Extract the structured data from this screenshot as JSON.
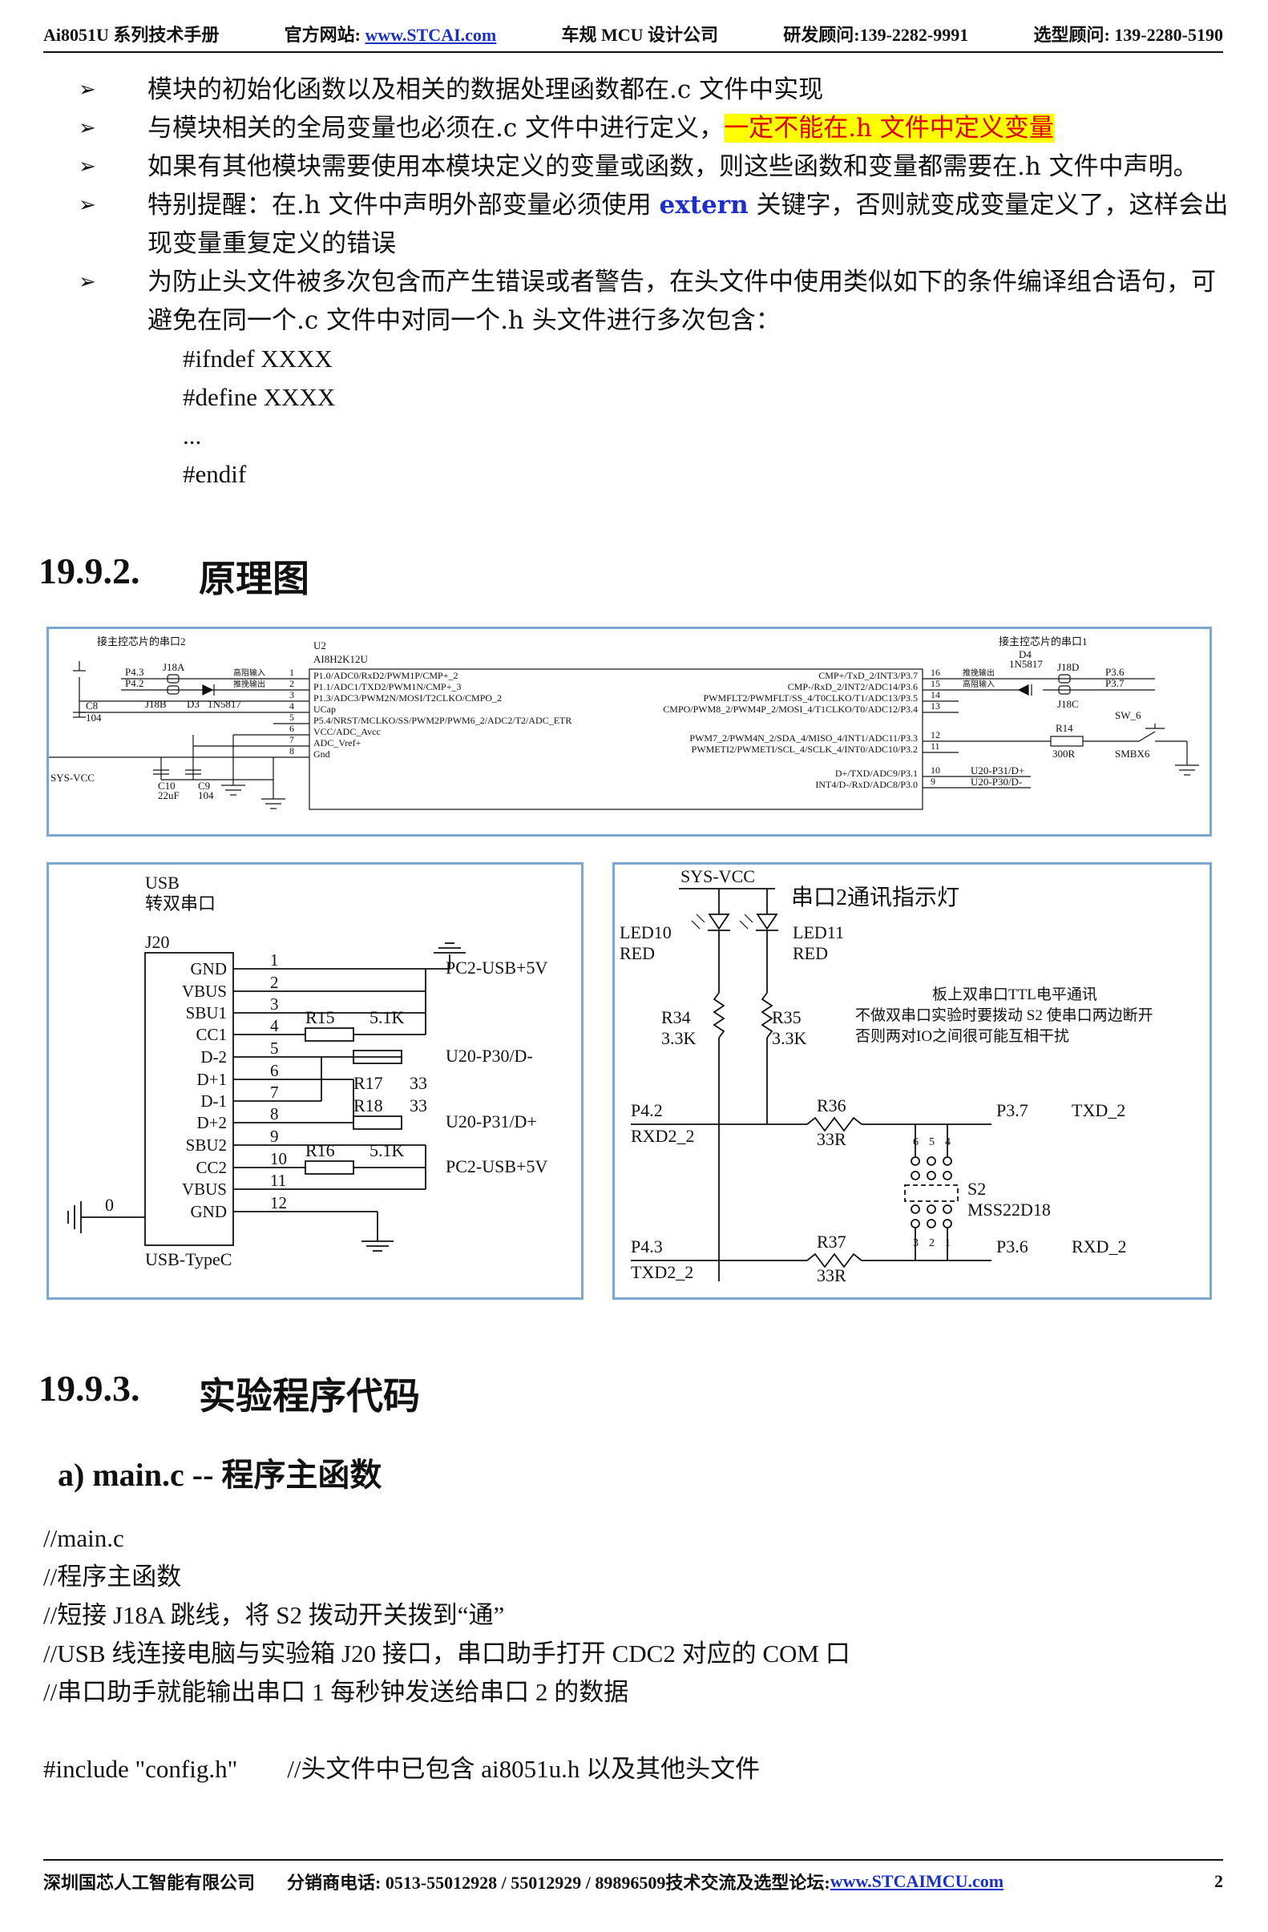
{
  "header": {
    "manual": "Ai8051U 系列技术手册",
    "site_label": "官方网站:",
    "site_url": "www.STCAI.com",
    "company": "车规 MCU 设计公司",
    "rd_contact": "研发顾问:139-2282-9991",
    "selection_contact": "选型顾问: 139-2280-5190"
  },
  "bullets": {
    "b1": "模块的初始化函数以及相关的数据处理函数都在.c 文件中实现",
    "b2_pre": "与模块相关的全局变量也必须在.c 文件中进行定义，",
    "b2_highlight": "一定不能在.h 文件中定义变量",
    "b3": "如果有其他模块需要使用本模块定义的变量或函数，则这些函数和变量都需要在.h 文件中声明。",
    "b4_pre": "特别提醒：在.h 文件中声明外部变量必须使用 ",
    "b4_kw": "extern",
    "b4_post": " 关键字，否则就变成变量定义了，这样会出现变量重复定义的错误",
    "b5": "为防止头文件被多次包含而产生错误或者警告，在头文件中使用类似如下的条件编译组合语句，可避免在同一个.c 文件中对同一个.h 头文件进行多次包含："
  },
  "guard_code": [
    "#ifndef XXXX",
    "#define XXXX",
    "...",
    "#endif"
  ],
  "section_1992": {
    "num": "19.9.2.",
    "title": "原理图"
  },
  "schematic_top": {
    "left_note": "接主控芯片的串口2",
    "right_note": "接主控芯片的串口1",
    "u2_ref": "U2",
    "u2_part": "AI8H2K12U",
    "left_pins": [
      {
        "n": "1",
        "name": "P1.0/ADC0/RxD2/PWM1P/CMP+_2"
      },
      {
        "n": "2",
        "name": "P1.1/ADC1/TXD2/PWM1N/CMP+_3"
      },
      {
        "n": "3",
        "name": "P1.3/ADC3/PWM2N/MOSI/T2CLKO/CMPO_2"
      },
      {
        "n": "4",
        "name": "UCap"
      },
      {
        "n": "5",
        "name": "P5.4/NRST/MCLKO/SS/PWM2P/PWM6_2/ADC2/T2/ADC_ETR"
      },
      {
        "n": "6",
        "name": "VCC/ADC_Avcc"
      },
      {
        "n": "7",
        "name": "ADC_Vref+"
      },
      {
        "n": "8",
        "name": "Gnd"
      }
    ],
    "right_pins": [
      {
        "n": "16",
        "name": "CMP+/TxD_2/INT3/P3.7"
      },
      {
        "n": "15",
        "name": "CMP-/RxD_2/INT2/ADC14/P3.6"
      },
      {
        "n": "14",
        "name": "PWMFLT2/PWMFLT/SS_4/T0CLKO/T1/ADC13/P3.5"
      },
      {
        "n": "13",
        "name": "CMPO/PWM8_2/PWM4P_2/MOSI_4/T1CLKO/T0/ADC12/P3.4"
      },
      {
        "n": "12",
        "name": "PWM7_2/PWM4N_2/SDA_4/MISO_4/INT1/ADC11/P3.3"
      },
      {
        "n": "11",
        "name": "PWMETI2/PWMETI/SCL_4/SCLK_4/INT0/ADC10/P3.2"
      },
      {
        "n": "10",
        "name": "D+/TXD/ADC9/P3.1"
      },
      {
        "n": "9",
        "name": "INT4/D-/RxD/ADC8/P3.0"
      }
    ],
    "labels": {
      "p43": "P4.3",
      "p42": "P4.2",
      "j18a": "J18A",
      "j18b": "J18B",
      "d3": "D3",
      "d3_part": "1N5817",
      "hz_in": "高阻输入",
      "pp_out": "推挽输出",
      "c8": "C8",
      "c8_val": "104",
      "sysvcc": "SYS-VCC",
      "c10": "C10",
      "c10_val": "22uF",
      "c9": "C9",
      "c9_val": "104",
      "d4": "D4",
      "d4_part": "1N5817",
      "j18d": "J18D",
      "j18c": "J18C",
      "p36": "P3.6",
      "p37": "P3.7",
      "u20p31": "U20-P31/D+",
      "u20p30": "U20-P30/D-",
      "r14": "R14",
      "r14_val": "300R",
      "sw6": "SW_6",
      "sw6_part": "SMBX6"
    }
  },
  "schematic_usb": {
    "title1": "USB",
    "title2": "转双串口",
    "ref": "J20",
    "part": "USB-TypeC",
    "pins": [
      {
        "n": "1",
        "name": "GND"
      },
      {
        "n": "2",
        "name": "VBUS"
      },
      {
        "n": "3",
        "name": "SBU1"
      },
      {
        "n": "4",
        "name": "CC1"
      },
      {
        "n": "5",
        "name": "D-2"
      },
      {
        "n": "6",
        "name": "D+1"
      },
      {
        "n": "7",
        "name": "D-1"
      },
      {
        "n": "8",
        "name": "D+2"
      },
      {
        "n": "9",
        "name": "SBU2"
      },
      {
        "n": "10",
        "name": "CC2"
      },
      {
        "n": "11",
        "name": "VBUS"
      },
      {
        "n": "12",
        "name": "GND"
      }
    ],
    "pc2_5v_a": "PC2-USB+5V",
    "pc2_5v_b": "PC2-USB+5V",
    "r15": "R15",
    "r15_val": "5.1K",
    "r16": "R16",
    "r16_val": "5.1K",
    "r17": "R17",
    "r17_val": "33",
    "r18": "R18",
    "r18_val": "33",
    "u20p30": "U20-P30/D-",
    "u20p31": "U20-P31/D+",
    "shield": "0"
  },
  "schematic_led": {
    "sysvcc": "SYS-VCC",
    "title": "串口2通讯指示灯",
    "led10": "LED10",
    "led11": "LED11",
    "red": "RED",
    "r34": "R34",
    "r34_val": "3.3K",
    "r35": "R35",
    "r35_val": "3.3K",
    "note1": "板上双串口TTL电平通讯",
    "note2": "不做双串口实验时要拨动 S2 使串口两边断开",
    "note3": "否则两对IO之间很可能互相干扰",
    "p42": "P4.2",
    "rxd2": "RXD2_2",
    "p43": "P4.3",
    "txd2": "TXD2_2",
    "r36": "R36",
    "r36_val": "33R",
    "r37": "R37",
    "r37_val": "33R",
    "p37": "P3.7",
    "txd_2": "TXD_2",
    "p36": "P3.6",
    "rxd_2": "RXD_2",
    "s2": "S2",
    "s2_part": "MSS22D18",
    "pin6": "6",
    "pin5": "5",
    "pin4": "4",
    "pin3": "3",
    "pin2": "2",
    "pin1": "1"
  },
  "section_1993": {
    "num": "19.9.3.",
    "title": "实验程序代码"
  },
  "subsection_a": {
    "title": "a)  main.c --  程序主函数"
  },
  "main_code": [
    "//main.c",
    "//程序主函数",
    "//短接 J18A 跳线，将 S2 拨动开关拨到“通”",
    "//USB 线连接电脑与实验箱 J20 接口，串口助手打开 CDC2 对应的 COM 口",
    "//串口助手就能输出串口 1 每秒钟发送给串口 2 的数据",
    "",
    "#include \"config.h\"        //头文件中已包含 ai8051u.h 以及其他头文件"
  ],
  "footer": {
    "company": "深圳国芯人工智能有限公司",
    "phones": "分销商电话: 0513-55012928 / 55012929 / 89896509",
    "forum_label": "技术交流及选型论坛:",
    "forum_url": "www.STCAIMCU.com",
    "page": "2"
  }
}
